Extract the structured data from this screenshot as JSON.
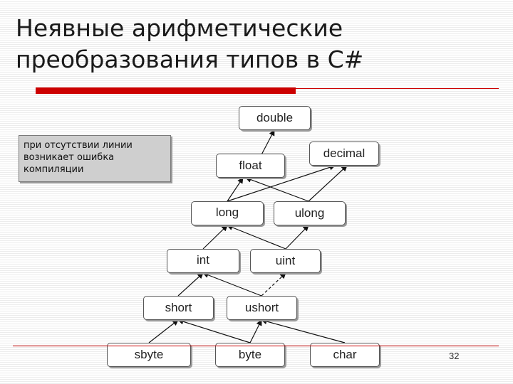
{
  "slide": {
    "title_line1": "Неявные арифметические",
    "title_line2": "преобразования типов в C#",
    "note": "при отсутствии линии возникает ошибка компиляции",
    "page_number": "32"
  },
  "nodes": {
    "double": "double",
    "decimal": "decimal",
    "float": "float",
    "long": "long",
    "ulong": "ulong",
    "int": "int",
    "uint": "uint",
    "short": "short",
    "ushort": "ushort",
    "sbyte": "sbyte",
    "byte": "byte",
    "char": "char"
  },
  "conversions": [
    {
      "from": "float",
      "to": "double",
      "style": "solid"
    },
    {
      "from": "long",
      "to": "float",
      "style": "solid"
    },
    {
      "from": "long",
      "to": "decimal",
      "style": "solid"
    },
    {
      "from": "ulong",
      "to": "float",
      "style": "solid"
    },
    {
      "from": "ulong",
      "to": "decimal",
      "style": "solid"
    },
    {
      "from": "int",
      "to": "long",
      "style": "solid"
    },
    {
      "from": "uint",
      "to": "long",
      "style": "solid"
    },
    {
      "from": "uint",
      "to": "ulong",
      "style": "solid"
    },
    {
      "from": "short",
      "to": "int",
      "style": "solid"
    },
    {
      "from": "ushort",
      "to": "int",
      "style": "solid"
    },
    {
      "from": "ushort",
      "to": "uint",
      "style": "dashed"
    },
    {
      "from": "sbyte",
      "to": "short",
      "style": "solid"
    },
    {
      "from": "byte",
      "to": "short",
      "style": "solid"
    },
    {
      "from": "byte",
      "to": "ushort",
      "style": "solid"
    },
    {
      "from": "char",
      "to": "ushort",
      "style": "solid"
    }
  ]
}
